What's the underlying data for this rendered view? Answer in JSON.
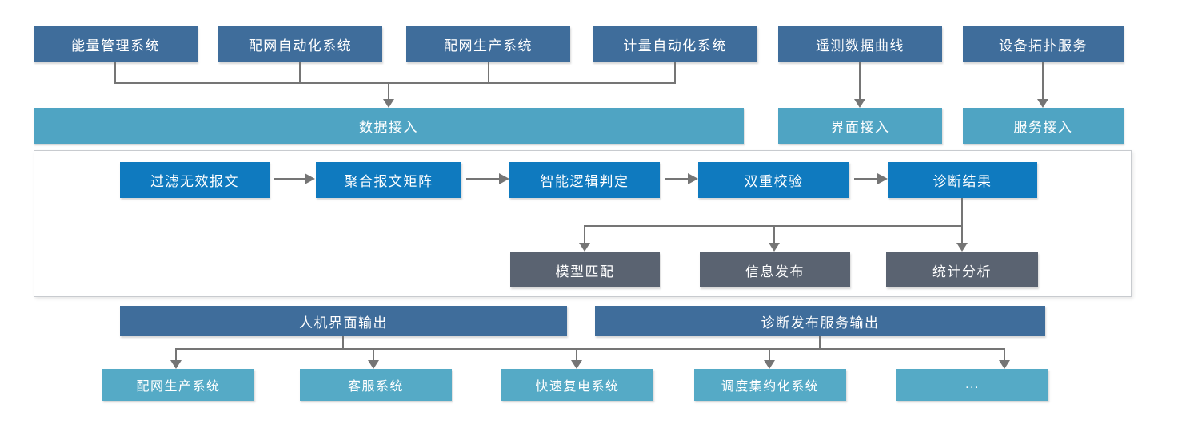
{
  "colors": {
    "dark": "#3F6D9B",
    "teal": "#4FA4C3",
    "blue": "#0F7ABF",
    "slate": "#5A6371",
    "lightteal": "#55AAC6",
    "line": "#757575",
    "frame": "#C8CBCF"
  },
  "sources": [
    "能量管理系统",
    "配网自动化系统",
    "配网生产系统",
    "计量自动化系统",
    "遥测数据曲线",
    "设备拓扑服务"
  ],
  "access": [
    "数据接入",
    "界面接入",
    "服务接入"
  ],
  "pipeline": [
    "过滤无效报文",
    "聚合报文矩阵",
    "智能逻辑判定",
    "双重校验",
    "诊断结果"
  ],
  "analysis": [
    "模型匹配",
    "信息发布",
    "统计分析"
  ],
  "output_bars": [
    "人机界面输出",
    "诊断发布服务输出"
  ],
  "consumers": [
    "配网生产系统",
    "客服系统",
    "快速复电系统",
    "调度集约化系统",
    "..."
  ]
}
